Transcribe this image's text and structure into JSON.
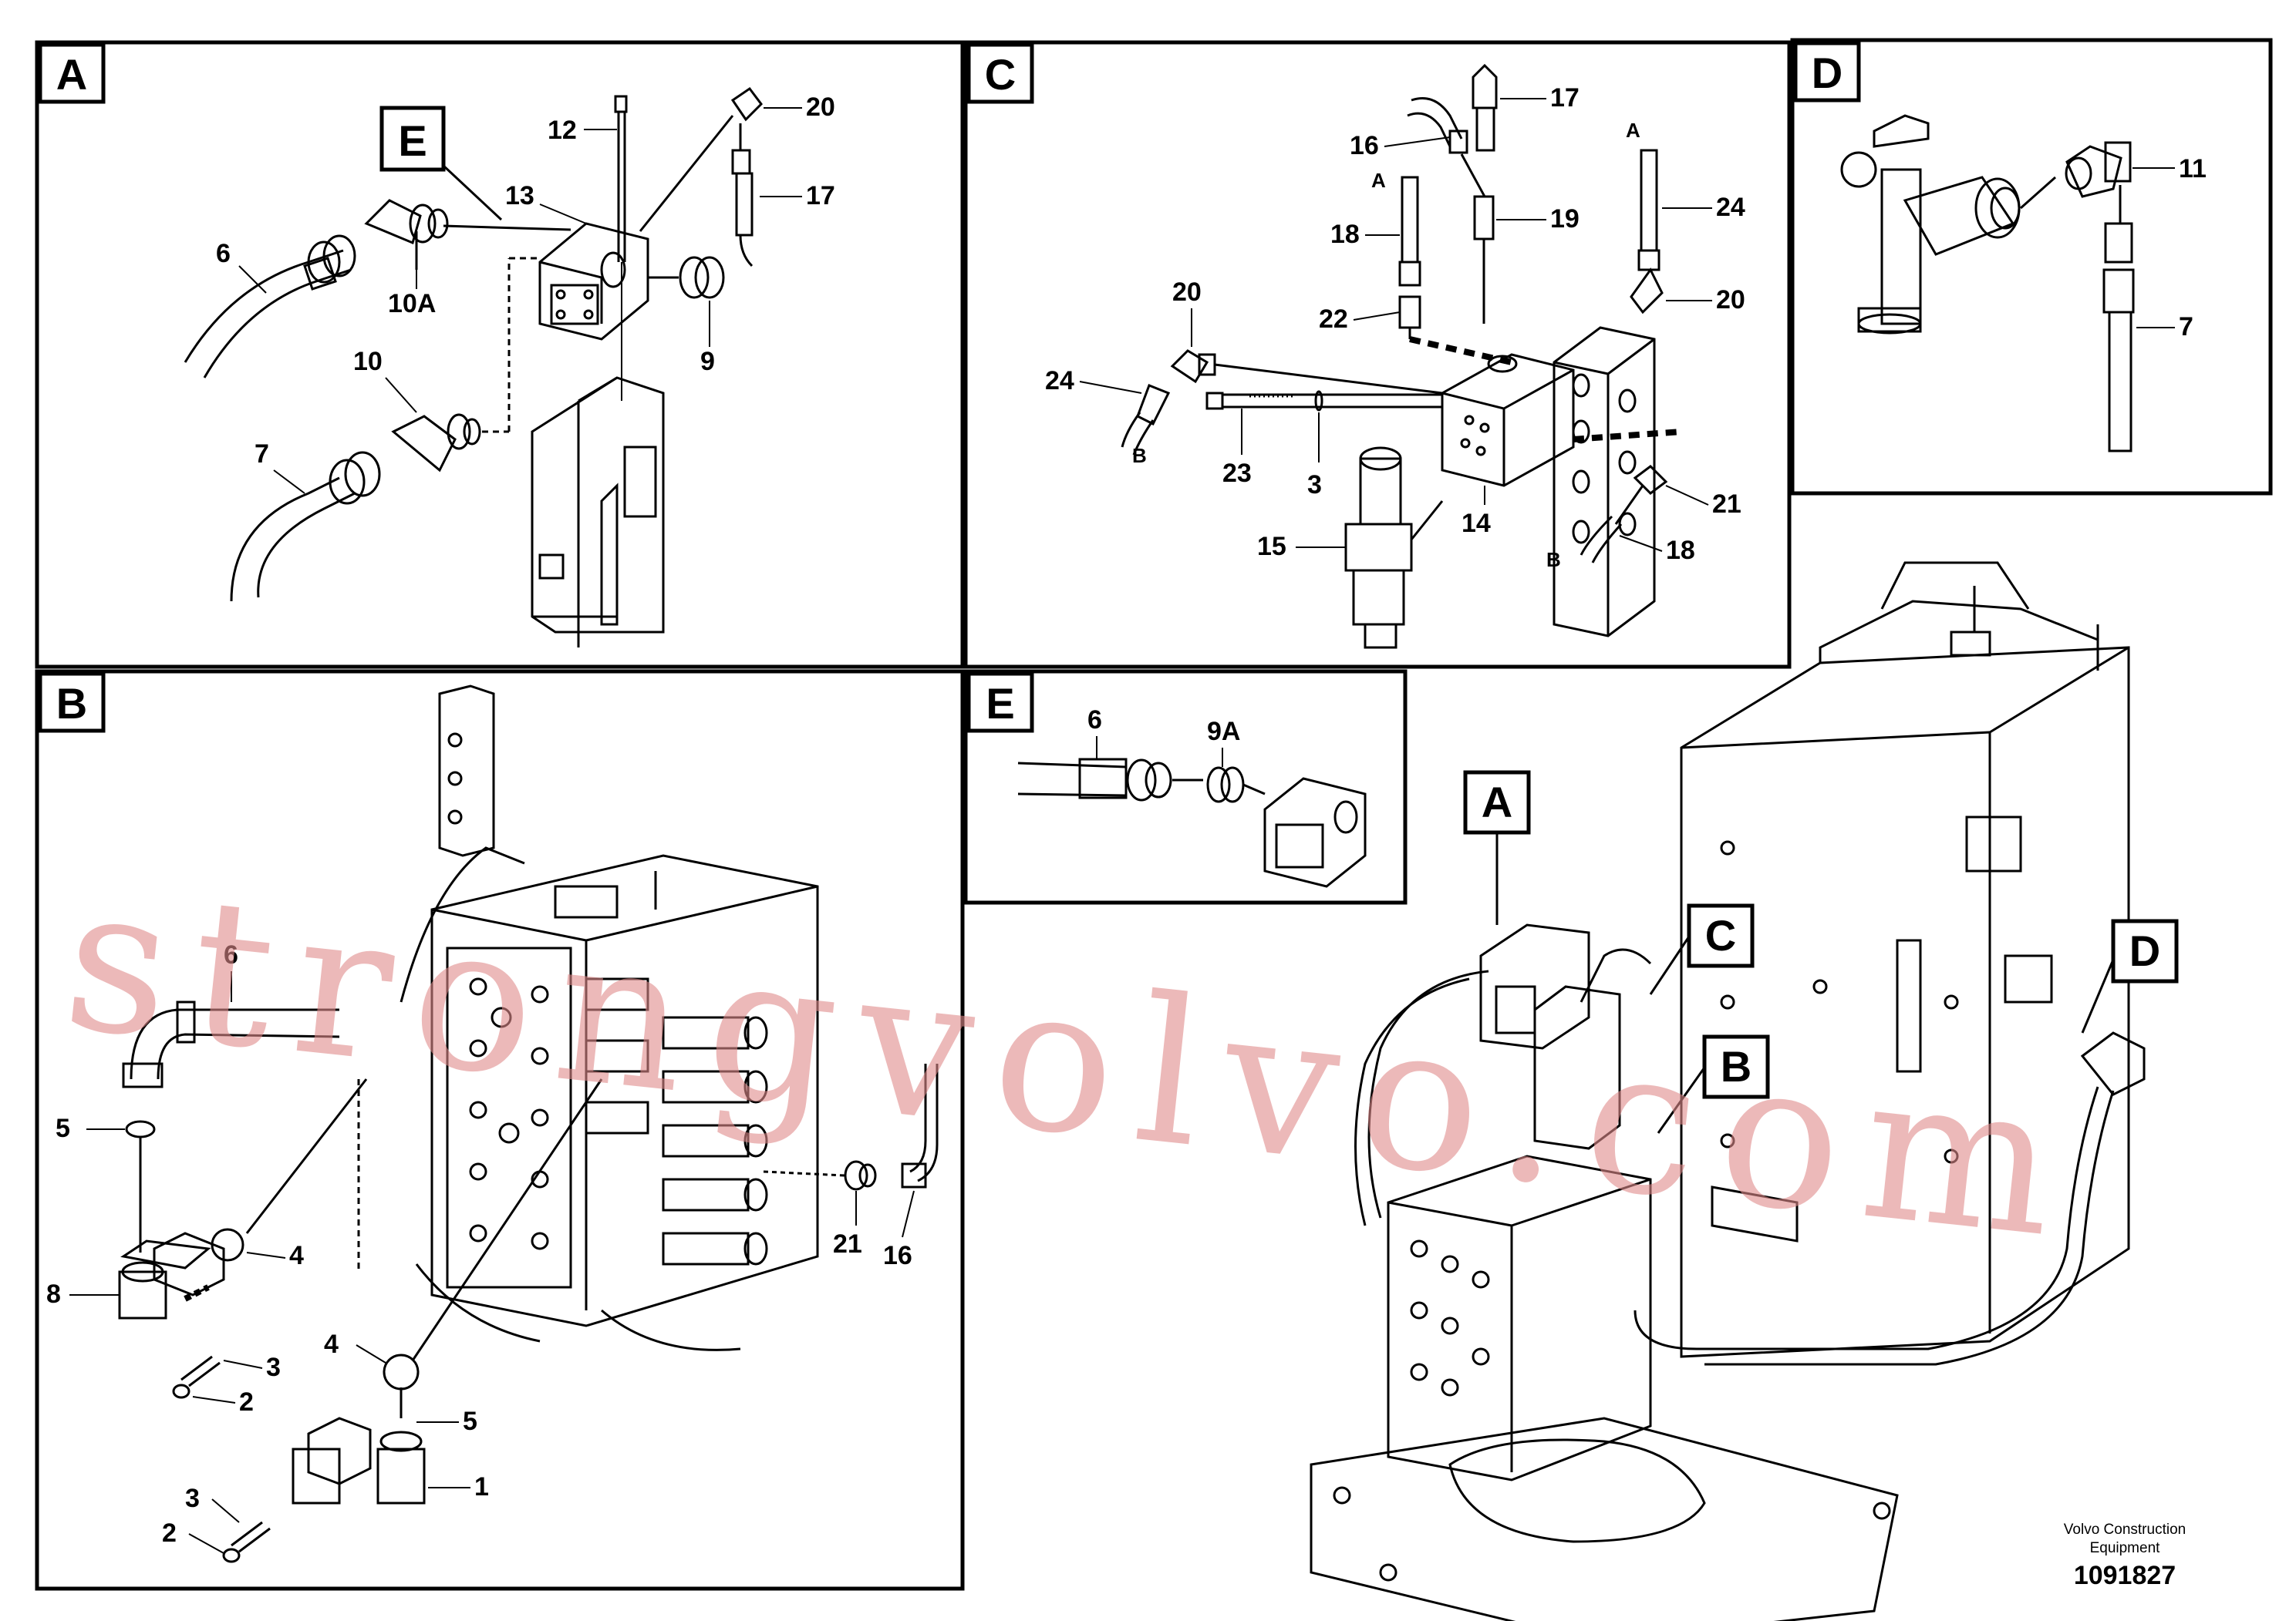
{
  "panels": {
    "A": {
      "tag": "A",
      "callout": "E",
      "labels": [
        "12",
        "20",
        "13",
        "17",
        "6",
        "10A",
        "9",
        "10",
        "7"
      ]
    },
    "B": {
      "tag": "B",
      "labels": [
        "6",
        "5",
        "4",
        "8",
        "3",
        "2",
        "4",
        "5",
        "3",
        "2",
        "1",
        "21",
        "16"
      ]
    },
    "C": {
      "tag": "C",
      "labels": [
        "17",
        "16",
        "A",
        "18",
        "19",
        "A",
        "24",
        "20",
        "22",
        "20",
        "24",
        "B",
        "23",
        "3",
        "14",
        "21",
        "15",
        "B",
        "18"
      ]
    },
    "D": {
      "tag": "D",
      "labels": [
        "11",
        "7"
      ]
    },
    "E": {
      "tag": "E",
      "labels": [
        "6",
        "9A"
      ]
    }
  },
  "overview": {
    "callouts": [
      "A",
      "C",
      "B",
      "D"
    ]
  },
  "watermark": "strongvolvo.com",
  "footer": {
    "brand_line1": "Volvo Construction",
    "brand_line2": "Equipment",
    "doc_number": "1091827"
  }
}
